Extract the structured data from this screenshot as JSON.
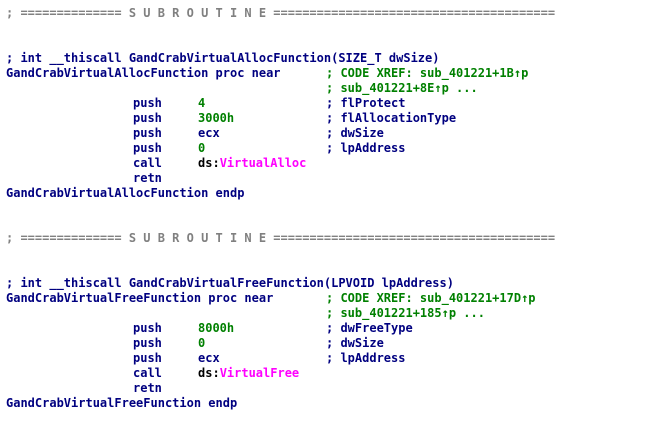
{
  "separator_1": "; ============== S U B R O U T I N E =======================================",
  "alloc": {
    "signature": "; int __thiscall GandCrabVirtualAllocFunction(SIZE_T dwSize)",
    "proc_label": "GandCrabVirtualAllocFunction proc near",
    "xref_1": "; CODE XREF: sub_401221+1B↑p",
    "xref_2": "; sub_401221+8E↑p ...",
    "instructions": [
      {
        "mnemonic": "push",
        "operand": "4",
        "comment": "; flProtect"
      },
      {
        "mnemonic": "push",
        "operand": "3000h",
        "comment": "; flAllocationType"
      },
      {
        "mnemonic": "push",
        "operand": "ecx",
        "comment": "; dwSize"
      },
      {
        "mnemonic": "push",
        "operand": "0",
        "comment": "; lpAddress"
      },
      {
        "mnemonic": "call",
        "operand_prefix": "ds:",
        "operand": "VirtualAlloc",
        "comment": ""
      },
      {
        "mnemonic": "retn",
        "operand": "",
        "comment": ""
      }
    ],
    "endp": "GandCrabVirtualAllocFunction endp"
  },
  "separator_2": "; ============== S U B R O U T I N E =======================================",
  "free": {
    "signature": "; int __thiscall GandCrabVirtualFreeFunction(LPVOID lpAddress)",
    "proc_label": "GandCrabVirtualFreeFunction proc near",
    "xref_1": "; CODE XREF: sub_401221+17D↑p",
    "xref_2": "; sub_401221+185↑p ...",
    "instructions": [
      {
        "mnemonic": "push",
        "operand": "8000h",
        "comment": "; dwFreeType"
      },
      {
        "mnemonic": "push",
        "operand": "0",
        "comment": "; dwSize"
      },
      {
        "mnemonic": "push",
        "operand": "ecx",
        "comment": "; lpAddress"
      },
      {
        "mnemonic": "call",
        "operand_prefix": "ds:",
        "operand": "VirtualFree",
        "comment": ""
      },
      {
        "mnemonic": "retn",
        "operand": "",
        "comment": ""
      }
    ],
    "endp": "GandCrabVirtualFreeFunction endp"
  }
}
